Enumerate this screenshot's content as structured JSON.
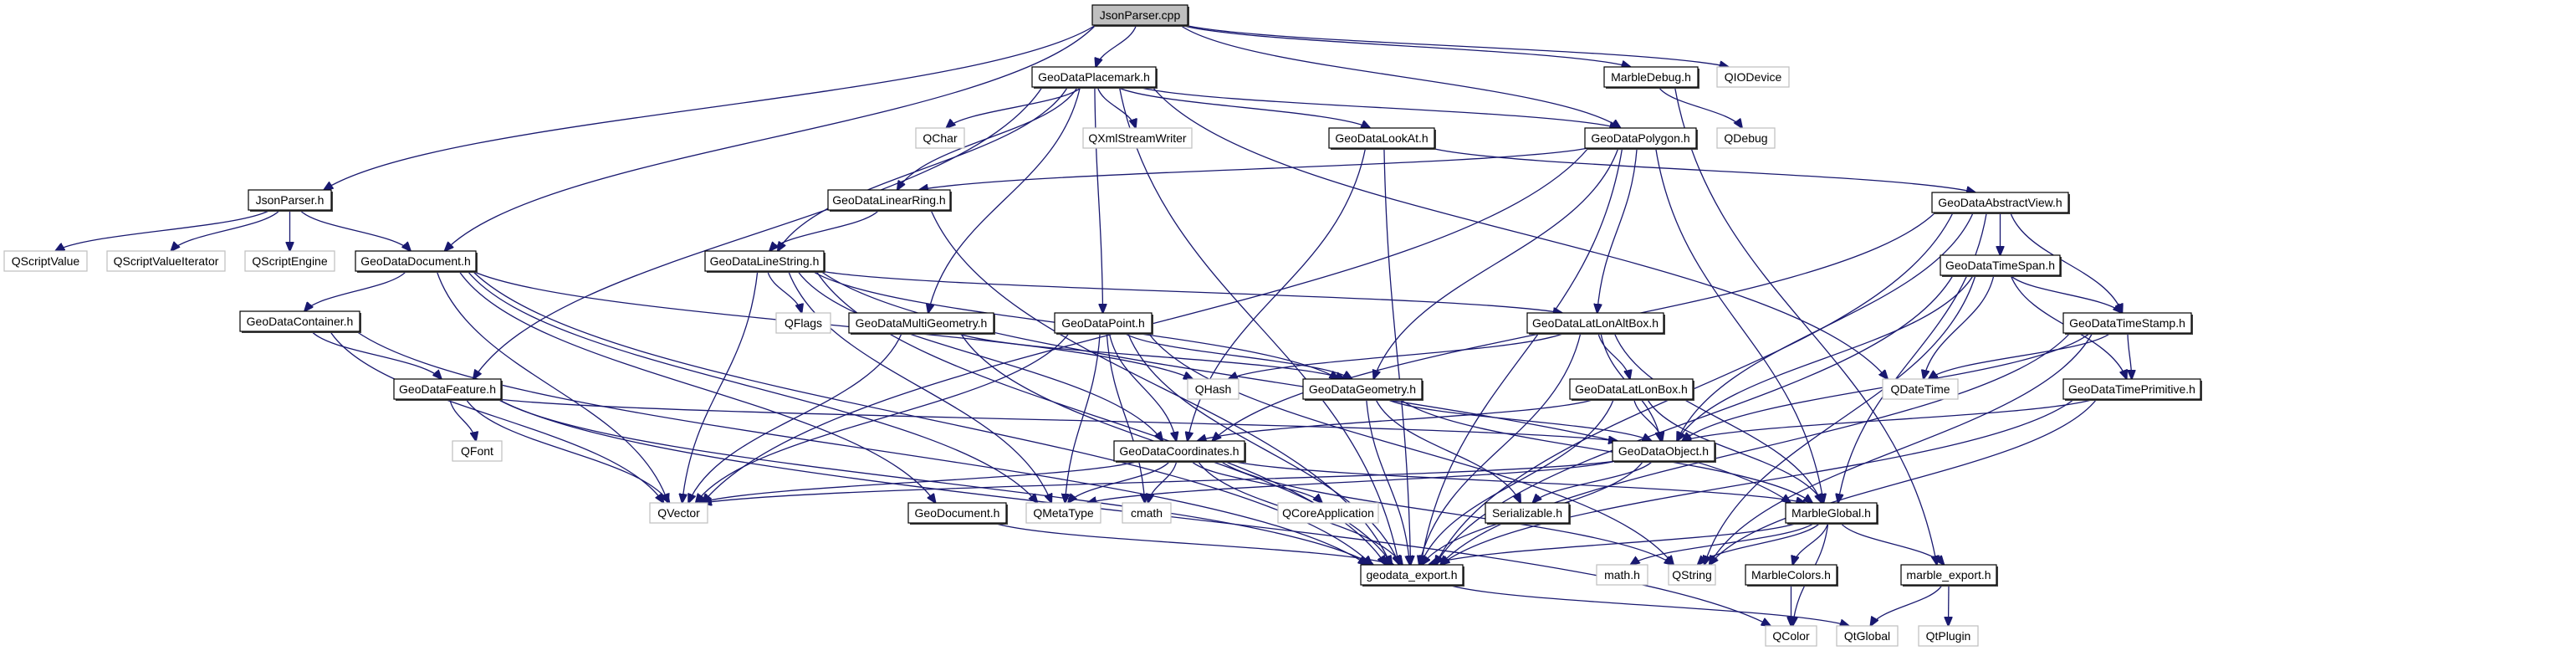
{
  "title": "JsonParser.cpp include dependency graph",
  "colors": {
    "edge": "#191970",
    "root_fill": "#bfbfbf",
    "project_border": "#000000",
    "external_border": "#bfbfbf",
    "background": "#ffffff"
  },
  "nodes": [
    {
      "id": "JsonParser.cpp",
      "label": "JsonParser.cpp",
      "kind": "root"
    },
    {
      "id": "GeoDataPlacemark.h",
      "label": "GeoDataPlacemark.h",
      "kind": "project"
    },
    {
      "id": "MarbleDebug.h",
      "label": "MarbleDebug.h",
      "kind": "project"
    },
    {
      "id": "QIODevice",
      "label": "QIODevice",
      "kind": "external"
    },
    {
      "id": "QChar",
      "label": "QChar",
      "kind": "external"
    },
    {
      "id": "QXmlStreamWriter",
      "label": "QXmlStreamWriter",
      "kind": "external"
    },
    {
      "id": "GeoDataLookAt.h",
      "label": "GeoDataLookAt.h",
      "kind": "project"
    },
    {
      "id": "GeoDataPolygon.h",
      "label": "GeoDataPolygon.h",
      "kind": "project"
    },
    {
      "id": "QDebug",
      "label": "QDebug",
      "kind": "external"
    },
    {
      "id": "JsonParser.h",
      "label": "JsonParser.h",
      "kind": "project"
    },
    {
      "id": "GeoDataLinearRing.h",
      "label": "GeoDataLinearRing.h",
      "kind": "project"
    },
    {
      "id": "GeoDataAbstractView.h",
      "label": "GeoDataAbstractView.h",
      "kind": "project"
    },
    {
      "id": "QScriptValue",
      "label": "QScriptValue",
      "kind": "external"
    },
    {
      "id": "QScriptValueIterator",
      "label": "QScriptValueIterator",
      "kind": "external"
    },
    {
      "id": "QScriptEngine",
      "label": "QScriptEngine",
      "kind": "external"
    },
    {
      "id": "GeoDataDocument.h",
      "label": "GeoDataDocument.h",
      "kind": "project"
    },
    {
      "id": "GeoDataLineString.h",
      "label": "GeoDataLineString.h",
      "kind": "project"
    },
    {
      "id": "GeoDataTimeSpan.h",
      "label": "GeoDataTimeSpan.h",
      "kind": "project"
    },
    {
      "id": "GeoDataContainer.h",
      "label": "GeoDataContainer.h",
      "kind": "project"
    },
    {
      "id": "QFlags",
      "label": "QFlags",
      "kind": "external"
    },
    {
      "id": "GeoDataMultiGeometry.h",
      "label": "GeoDataMultiGeometry.h",
      "kind": "project"
    },
    {
      "id": "GeoDataPoint.h",
      "label": "GeoDataPoint.h",
      "kind": "project"
    },
    {
      "id": "GeoDataLatLonAltBox.h",
      "label": "GeoDataLatLonAltBox.h",
      "kind": "project"
    },
    {
      "id": "GeoDataTimeStamp.h",
      "label": "GeoDataTimeStamp.h",
      "kind": "project"
    },
    {
      "id": "GeoDataFeature.h",
      "label": "GeoDataFeature.h",
      "kind": "project"
    },
    {
      "id": "QHash",
      "label": "QHash",
      "kind": "external"
    },
    {
      "id": "GeoDataGeometry.h",
      "label": "GeoDataGeometry.h",
      "kind": "project"
    },
    {
      "id": "GeoDataLatLonBox.h",
      "label": "GeoDataLatLonBox.h",
      "kind": "project"
    },
    {
      "id": "QDateTime",
      "label": "QDateTime",
      "kind": "external"
    },
    {
      "id": "GeoDataTimePrimitive.h",
      "label": "GeoDataTimePrimitive.h",
      "kind": "project"
    },
    {
      "id": "QFont",
      "label": "QFont",
      "kind": "external"
    },
    {
      "id": "GeoDataCoordinates.h",
      "label": "GeoDataCoordinates.h",
      "kind": "project"
    },
    {
      "id": "GeoDataObject.h",
      "label": "GeoDataObject.h",
      "kind": "project"
    },
    {
      "id": "QVector",
      "label": "QVector",
      "kind": "external"
    },
    {
      "id": "GeoDocument.h",
      "label": "GeoDocument.h",
      "kind": "project"
    },
    {
      "id": "QMetaType",
      "label": "QMetaType",
      "kind": "external"
    },
    {
      "id": "cmath",
      "label": "cmath",
      "kind": "external"
    },
    {
      "id": "QCoreApplication",
      "label": "QCoreApplication",
      "kind": "external"
    },
    {
      "id": "Serializable.h",
      "label": "Serializable.h",
      "kind": "project"
    },
    {
      "id": "MarbleGlobal.h",
      "label": "MarbleGlobal.h",
      "kind": "project"
    },
    {
      "id": "geodata_export.h",
      "label": "geodata_export.h",
      "kind": "project"
    },
    {
      "id": "math.h",
      "label": "math.h",
      "kind": "external"
    },
    {
      "id": "QString",
      "label": "QString",
      "kind": "external"
    },
    {
      "id": "MarbleColors.h",
      "label": "MarbleColors.h",
      "kind": "project"
    },
    {
      "id": "marble_export.h",
      "label": "marble_export.h",
      "kind": "project"
    },
    {
      "id": "QColor",
      "label": "QColor",
      "kind": "external"
    },
    {
      "id": "QtGlobal",
      "label": "QtGlobal",
      "kind": "external"
    },
    {
      "id": "QtPlugin",
      "label": "QtPlugin",
      "kind": "external"
    }
  ],
  "edges": [
    [
      "JsonParser.cpp",
      "JsonParser.h"
    ],
    [
      "JsonParser.cpp",
      "GeoDataDocument.h"
    ],
    [
      "JsonParser.cpp",
      "GeoDataPlacemark.h"
    ],
    [
      "JsonParser.cpp",
      "GeoDataPolygon.h"
    ],
    [
      "JsonParser.cpp",
      "MarbleDebug.h"
    ],
    [
      "JsonParser.cpp",
      "QIODevice"
    ],
    [
      "GeoDataPlacemark.h",
      "QChar"
    ],
    [
      "GeoDataPlacemark.h",
      "QXmlStreamWriter"
    ],
    [
      "GeoDataPlacemark.h",
      "GeoDataLookAt.h"
    ],
    [
      "GeoDataPlacemark.h",
      "GeoDataPolygon.h"
    ],
    [
      "GeoDataPlacemark.h",
      "GeoDataLinearRing.h"
    ],
    [
      "GeoDataPlacemark.h",
      "GeoDataLineString.h"
    ],
    [
      "GeoDataPlacemark.h",
      "GeoDataMultiGeometry.h"
    ],
    [
      "GeoDataPlacemark.h",
      "GeoDataPoint.h"
    ],
    [
      "GeoDataPlacemark.h",
      "GeoDataFeature.h"
    ],
    [
      "GeoDataPlacemark.h",
      "QDateTime"
    ],
    [
      "GeoDataPlacemark.h",
      "geodata_export.h"
    ],
    [
      "MarbleDebug.h",
      "QDebug"
    ],
    [
      "MarbleDebug.h",
      "marble_export.h"
    ],
    [
      "GeoDataLookAt.h",
      "GeoDataAbstractView.h"
    ],
    [
      "GeoDataLookAt.h",
      "GeoDataCoordinates.h"
    ],
    [
      "GeoDataLookAt.h",
      "geodata_export.h"
    ],
    [
      "GeoDataPolygon.h",
      "GeoDataLinearRing.h"
    ],
    [
      "GeoDataPolygon.h",
      "GeoDataLatLonAltBox.h"
    ],
    [
      "GeoDataPolygon.h",
      "GeoDataGeometry.h"
    ],
    [
      "GeoDataPolygon.h",
      "MarbleGlobal.h"
    ],
    [
      "GeoDataPolygon.h",
      "QVector"
    ],
    [
      "GeoDataPolygon.h",
      "geodata_export.h"
    ],
    [
      "JsonParser.h",
      "QScriptValue"
    ],
    [
      "JsonParser.h",
      "QScriptValueIterator"
    ],
    [
      "JsonParser.h",
      "QScriptEngine"
    ],
    [
      "JsonParser.h",
      "GeoDataDocument.h"
    ],
    [
      "GeoDataLinearRing.h",
      "GeoDataLineString.h"
    ],
    [
      "GeoDataLinearRing.h",
      "geodata_export.h"
    ],
    [
      "GeoDataAbstractView.h",
      "GeoDataTimeSpan.h"
    ],
    [
      "GeoDataAbstractView.h",
      "GeoDataTimeStamp.h"
    ],
    [
      "GeoDataAbstractView.h",
      "GeoDataCoordinates.h"
    ],
    [
      "GeoDataAbstractView.h",
      "GeoDataObject.h"
    ],
    [
      "GeoDataAbstractView.h",
      "MarbleGlobal.h"
    ],
    [
      "GeoDataAbstractView.h",
      "geodata_export.h"
    ],
    [
      "GeoDataDocument.h",
      "GeoDataContainer.h"
    ],
    [
      "GeoDataDocument.h",
      "GeoDocument.h"
    ],
    [
      "GeoDataDocument.h",
      "QHash"
    ],
    [
      "GeoDataDocument.h",
      "QMetaType"
    ],
    [
      "GeoDataDocument.h",
      "QVector"
    ],
    [
      "GeoDataDocument.h",
      "geodata_export.h"
    ],
    [
      "GeoDataLineString.h",
      "QFlags"
    ],
    [
      "GeoDataLineString.h",
      "QVector"
    ],
    [
      "GeoDataLineString.h",
      "QMetaType"
    ],
    [
      "GeoDataLineString.h",
      "GeoDataCoordinates.h"
    ],
    [
      "GeoDataLineString.h",
      "GeoDataGeometry.h"
    ],
    [
      "GeoDataLineString.h",
      "GeoDataLatLonAltBox.h"
    ],
    [
      "GeoDataLineString.h",
      "MarbleGlobal.h"
    ],
    [
      "GeoDataLineString.h",
      "geodata_export.h"
    ],
    [
      "GeoDataTimeSpan.h",
      "GeoDataTimeStamp.h"
    ],
    [
      "GeoDataTimeSpan.h",
      "GeoDataTimePrimitive.h"
    ],
    [
      "GeoDataTimeSpan.h",
      "QDateTime"
    ],
    [
      "GeoDataTimeSpan.h",
      "GeoDataObject.h"
    ],
    [
      "GeoDataTimeSpan.h",
      "QString"
    ],
    [
      "GeoDataTimeSpan.h",
      "geodata_export.h"
    ],
    [
      "GeoDataContainer.h",
      "GeoDataFeature.h"
    ],
    [
      "GeoDataContainer.h",
      "QVector"
    ],
    [
      "GeoDataContainer.h",
      "geodata_export.h"
    ],
    [
      "GeoDataMultiGeometry.h",
      "GeoDataGeometry.h"
    ],
    [
      "GeoDataMultiGeometry.h",
      "QVector"
    ],
    [
      "GeoDataMultiGeometry.h",
      "geodata_export.h"
    ],
    [
      "GeoDataPoint.h",
      "GeoDataCoordinates.h"
    ],
    [
      "GeoDataPoint.h",
      "GeoDataGeometry.h"
    ],
    [
      "GeoDataPoint.h",
      "QMetaType"
    ],
    [
      "GeoDataPoint.h",
      "cmath"
    ],
    [
      "GeoDataPoint.h",
      "QVector"
    ],
    [
      "GeoDataPoint.h",
      "QString"
    ],
    [
      "GeoDataPoint.h",
      "geodata_export.h"
    ],
    [
      "GeoDataLatLonAltBox.h",
      "GeoDataLatLonBox.h"
    ],
    [
      "GeoDataLatLonAltBox.h",
      "QHash"
    ],
    [
      "GeoDataLatLonAltBox.h",
      "GeoDataObject.h"
    ],
    [
      "GeoDataLatLonAltBox.h",
      "MarbleGlobal.h"
    ],
    [
      "GeoDataLatLonAltBox.h",
      "geodata_export.h"
    ],
    [
      "GeoDataTimeStamp.h",
      "GeoDataTimePrimitive.h"
    ],
    [
      "GeoDataTimeStamp.h",
      "QDateTime"
    ],
    [
      "GeoDataTimeStamp.h",
      "GeoDataObject.h"
    ],
    [
      "GeoDataTimeStamp.h",
      "QString"
    ],
    [
      "GeoDataTimeStamp.h",
      "geodata_export.h"
    ],
    [
      "GeoDataFeature.h",
      "QFont"
    ],
    [
      "GeoDataFeature.h",
      "QColor"
    ],
    [
      "GeoDataFeature.h",
      "QVector"
    ],
    [
      "GeoDataFeature.h",
      "GeoDataObject.h"
    ],
    [
      "GeoDataFeature.h",
      "geodata_export.h"
    ],
    [
      "GeoDataGeometry.h",
      "GeoDataObject.h"
    ],
    [
      "GeoDataGeometry.h",
      "Serializable.h"
    ],
    [
      "GeoDataGeometry.h",
      "MarbleGlobal.h"
    ],
    [
      "GeoDataGeometry.h",
      "geodata_export.h"
    ],
    [
      "GeoDataLatLonBox.h",
      "GeoDataObject.h"
    ],
    [
      "GeoDataLatLonBox.h",
      "GeoDataCoordinates.h"
    ],
    [
      "GeoDataLatLonBox.h",
      "MarbleGlobal.h"
    ],
    [
      "GeoDataLatLonBox.h",
      "geodata_export.h"
    ],
    [
      "GeoDataTimePrimitive.h",
      "GeoDataObject.h"
    ],
    [
      "GeoDataTimePrimitive.h",
      "QString"
    ],
    [
      "GeoDataTimePrimitive.h",
      "geodata_export.h"
    ],
    [
      "GeoDataCoordinates.h",
      "QVector"
    ],
    [
      "GeoDataCoordinates.h",
      "QMetaType"
    ],
    [
      "GeoDataCoordinates.h",
      "cmath"
    ],
    [
      "GeoDataCoordinates.h",
      "QCoreApplication"
    ],
    [
      "GeoDataCoordinates.h",
      "MarbleGlobal.h"
    ],
    [
      "GeoDataCoordinates.h",
      "QString"
    ],
    [
      "GeoDataCoordinates.h",
      "geodata_export.h"
    ],
    [
      "GeoDataObject.h",
      "Serializable.h"
    ],
    [
      "GeoDataObject.h",
      "QMetaType"
    ],
    [
      "GeoDataObject.h",
      "QVector"
    ],
    [
      "GeoDataObject.h",
      "geodata_export.h"
    ],
    [
      "GeoDocument.h",
      "geodata_export.h"
    ],
    [
      "MarbleGlobal.h",
      "math.h"
    ],
    [
      "MarbleGlobal.h",
      "QString"
    ],
    [
      "MarbleGlobal.h",
      "MarbleColors.h"
    ],
    [
      "MarbleGlobal.h",
      "marble_export.h"
    ],
    [
      "MarbleGlobal.h",
      "QColor"
    ],
    [
      "MarbleGlobal.h",
      "geodata_export.h"
    ],
    [
      "geodata_export.h",
      "QtGlobal"
    ],
    [
      "MarbleColors.h",
      "QColor"
    ],
    [
      "marble_export.h",
      "QtGlobal"
    ],
    [
      "marble_export.h",
      "QtPlugin"
    ]
  ]
}
